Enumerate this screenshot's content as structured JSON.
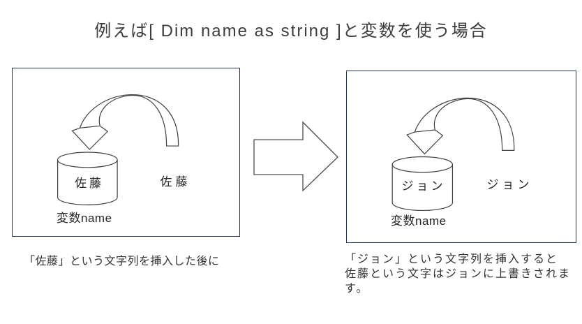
{
  "title": "例えば[ Dim name as string ]と変数を使う場合",
  "panels": {
    "before": {
      "cylinder_value": "佐藤",
      "incoming_value": "佐藤",
      "variable_label": "変数name",
      "caption_lines": [
        "「佐藤」という文字列を挿入した後に"
      ]
    },
    "after": {
      "cylinder_value": "ジョン",
      "incoming_value": "ジョン",
      "variable_label": "変数name",
      "caption_lines": [
        "「ジョン」という文字列を挿入すると",
        "佐藤という文字はジョンに上書きされま",
        "す。"
      ]
    }
  },
  "icons": {
    "curved_insert_arrow": "curved-down-arrow",
    "transition_arrow": "block-arrow-right",
    "variable_store": "cylinder"
  },
  "colors": {
    "background": "#ffffff",
    "panel_border": "#1f3655",
    "shape_stroke": "#404040",
    "text": "#262626"
  }
}
